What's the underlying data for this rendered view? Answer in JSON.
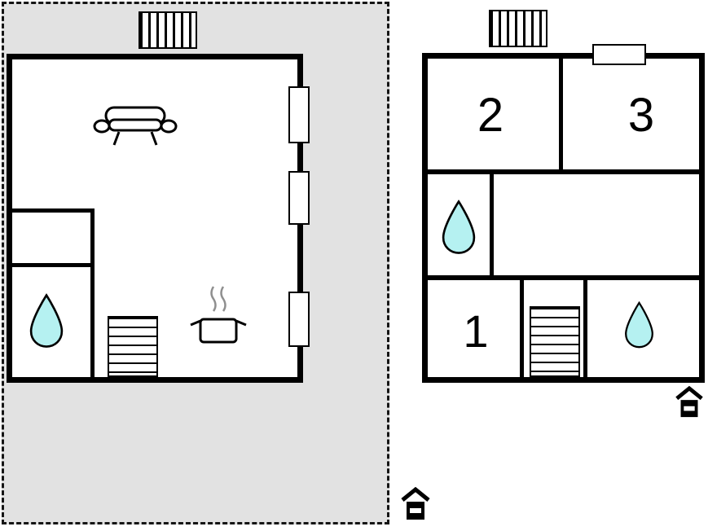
{
  "plan": {
    "rooms": {
      "room1_label": "1",
      "room2_label": "2",
      "room3_label": "3"
    },
    "colors": {
      "wall": "#000000",
      "background": "#ffffff",
      "boundary_fill": "#e2e2e2",
      "water_drop_fill": "#b5f1f1",
      "steam": "#8f8f8f"
    },
    "icons": {
      "roof_window": "roof-window-hatched",
      "wall_window": "window-white-rect",
      "sofa": "sofa",
      "stove": "stove-pot-with-steam",
      "stairs": "stairs-ladder",
      "water_drop": "water-drop",
      "entrance": "entrance-house-arrow"
    }
  }
}
